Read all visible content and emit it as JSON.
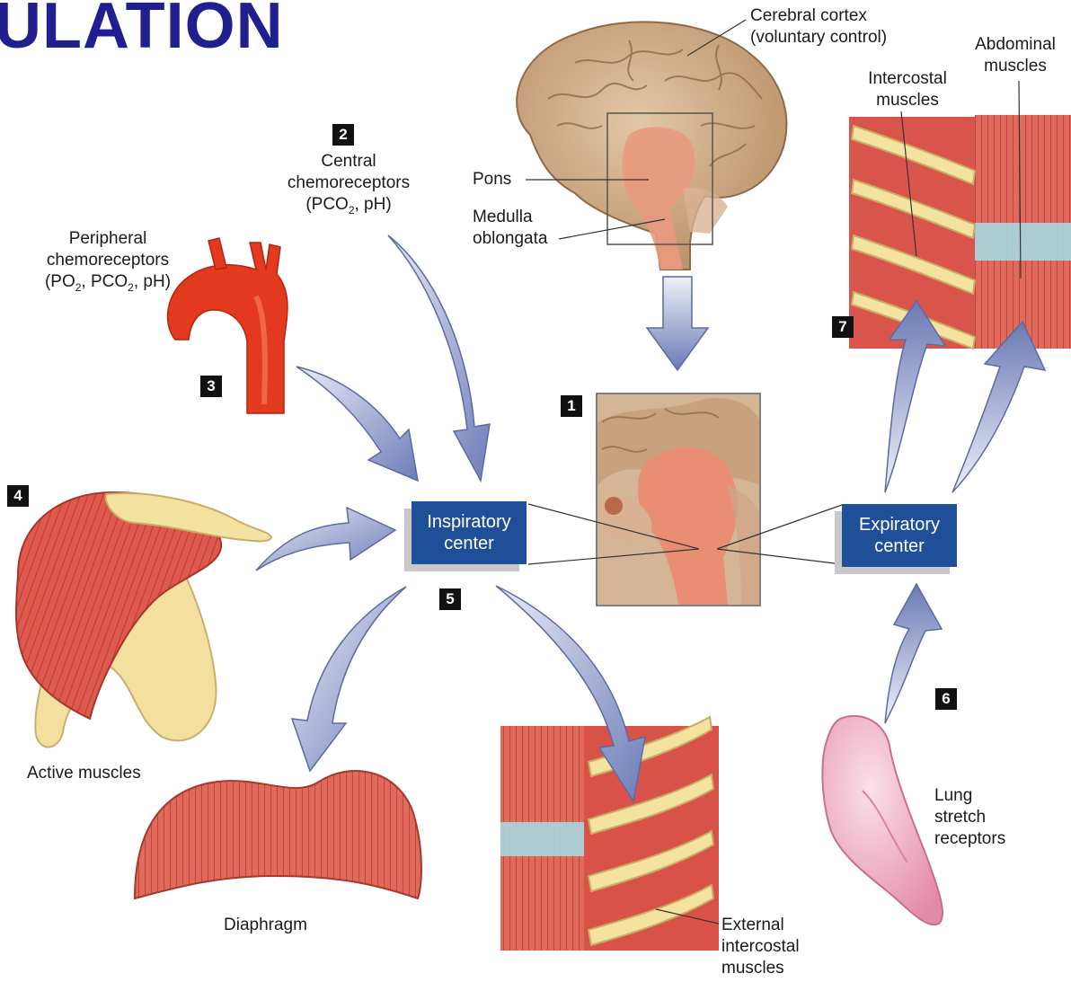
{
  "title": "ULATION",
  "badges": {
    "b1": "1",
    "b2": "2",
    "b3": "3",
    "b4": "4",
    "b5": "5",
    "b6": "6",
    "b7": "7"
  },
  "centers": {
    "inspiratory": {
      "line1": "Inspiratory",
      "line2": "center"
    },
    "expiratory": {
      "line1": "Expiratory",
      "line2": "center"
    }
  },
  "labels": {
    "cerebral_cortex": {
      "line1": "Cerebral cortex",
      "line2": "(voluntary control)"
    },
    "pons": "Pons",
    "medulla": {
      "line1": "Medulla",
      "line2": "oblongata"
    },
    "central_chemo": {
      "line1": "Central",
      "line2": "chemoreceptors",
      "line3": "(PCO",
      "sub": "2",
      "line3_end": ", pH)"
    },
    "peripheral_chemo": {
      "line1": "Peripheral",
      "line2": "chemoreceptors",
      "po": "(PO",
      "sub": "2",
      "pco": ", PCO",
      "end": ", pH)"
    },
    "intercostal": {
      "line1": "Intercostal",
      "line2": "muscles"
    },
    "abdominal": {
      "line1": "Abdominal",
      "line2": "muscles"
    },
    "active_muscles": "Active muscles",
    "diaphragm": "Diaphragm",
    "external_intercostal": {
      "line1": "External",
      "line2": "intercostal",
      "line3": "muscles"
    },
    "lung_stretch": {
      "line1": "Lung",
      "line2": "stretch",
      "line3": "receptors"
    }
  },
  "colors": {
    "title": "#1f1f8f",
    "center_box": "#1f4f98",
    "arrow": "#8a96c6",
    "muscle": "#d9534a",
    "bone": "#f4e3a0",
    "brain": "#c9a07c",
    "aorta": "#e23a22",
    "lung": "#f2a9c0",
    "cartilage": "#a8d8e0"
  },
  "icons": [
    "brain-illustration",
    "aorta-illustration",
    "shoulder-muscle-illustration",
    "diaphragm-illustration",
    "intercostal-muscle-illustration",
    "lung-illustration",
    "brainstem-closeup-illustration"
  ]
}
